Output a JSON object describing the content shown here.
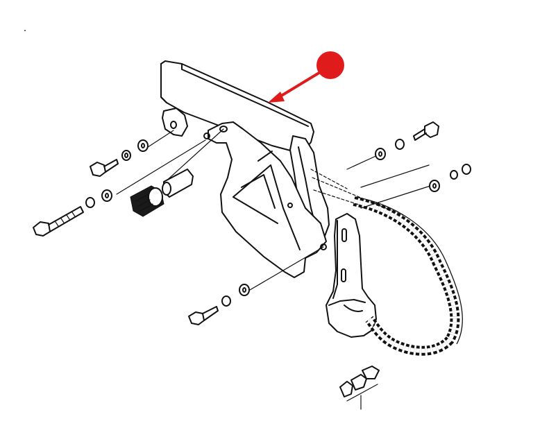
{
  "diagram": {
    "callout": {
      "marker_color": "#e01b1b",
      "arrow_color": "#e01b1b",
      "target": "chain-guard-cover"
    },
    "icons": [
      "chain-guard-cover",
      "mounting-bracket",
      "chain-tensioner-bracket",
      "roller-chain",
      "chain-connecting-link",
      "hex-bolt",
      "lock-washer",
      "flat-washer",
      "spacer",
      "knurled-roller"
    ]
  }
}
